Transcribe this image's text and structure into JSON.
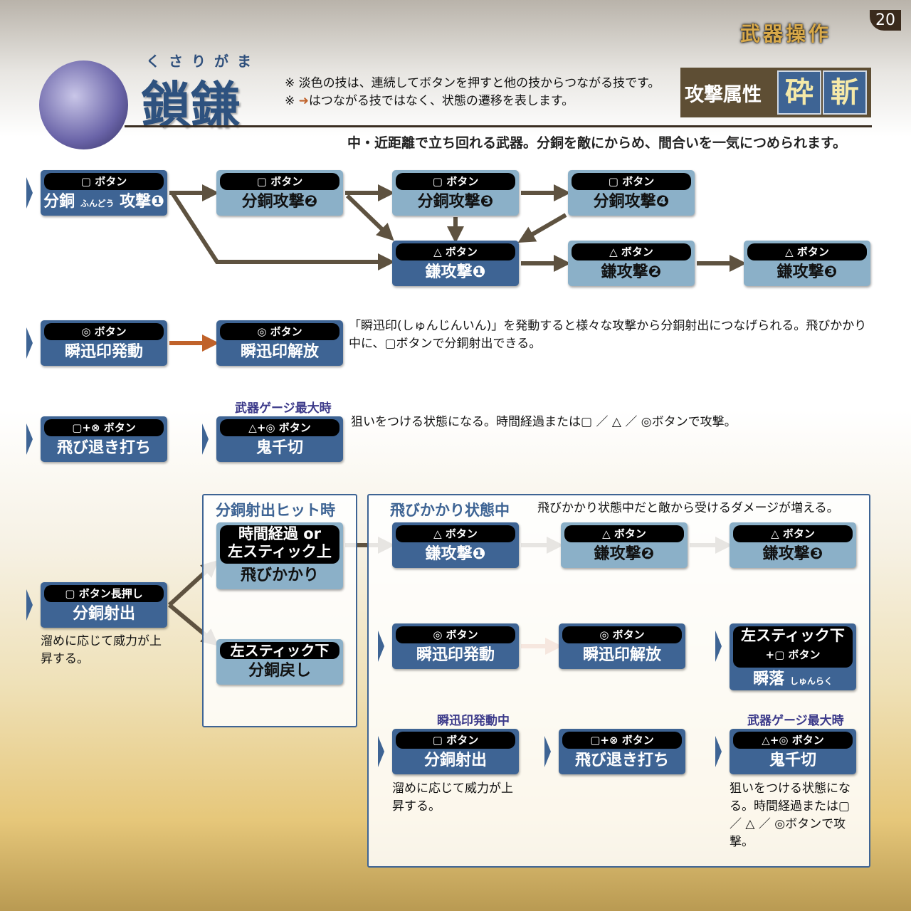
{
  "header": {
    "page_number": "20",
    "section": "武器操作",
    "ruby": "くさりがま",
    "weapon": "鎖鎌",
    "note1": "※ 淡色の技は、連続してボタンを押すと他の技からつながる技です。",
    "note2_prefix": "※",
    "note2": "はつながる技ではなく、状態の遷移を表します。",
    "attr_label": "攻撃属性",
    "attr1": "砕",
    "attr2": "斬",
    "tagline": "中・近距離で立ち回れる武器。分銅を敵にからめ、間合いを一気につめられます。"
  },
  "moves": {
    "a": {
      "btn": "▢ ボタン",
      "name": "分銅",
      "ruby": "ふんどう",
      "name2": "攻撃❶"
    },
    "b": {
      "btn": "▢ ボタン",
      "name": "分銅攻撃❷"
    },
    "c": {
      "btn": "▢ ボタン",
      "name": "分銅攻撃❸"
    },
    "d": {
      "btn": "▢ ボタン",
      "name": "分銅攻撃❹"
    },
    "e": {
      "btn": "△ ボタン",
      "name": "鎌攻撃❶"
    },
    "f": {
      "btn": "△ ボタン",
      "name": "鎌攻撃❷"
    },
    "g": {
      "btn": "△ ボタン",
      "name": "鎌攻撃❸"
    },
    "h": {
      "btn": "◎ ボタン",
      "name": "瞬迅印発動"
    },
    "i": {
      "btn": "◎ ボタン",
      "name": "瞬迅印解放"
    },
    "j": {
      "btn": "▢+⊗ ボタン",
      "name": "飛び退き打ち"
    },
    "k": {
      "btn": "△+◎ ボタン",
      "name": "鬼千切"
    },
    "n": {
      "btn": "▢ ボタン長押し",
      "name": "分銅射出"
    },
    "l": {
      "btn1": "時間経過 or",
      "btn2": "左スティック上",
      "name": "飛びかかり"
    },
    "m": {
      "btn": "左スティック下",
      "name": "分銅戻し"
    },
    "o": {
      "btn": "△ ボタン",
      "name": "鎌攻撃❶"
    },
    "p": {
      "btn": "△ ボタン",
      "name": "鎌攻撃❷"
    },
    "q": {
      "btn": "△ ボタン",
      "name": "鎌攻撃❸"
    },
    "r": {
      "btn": "◎ ボタン",
      "name": "瞬迅印発動"
    },
    "s": {
      "btn": "◎ ボタン",
      "name": "瞬迅印解放"
    },
    "t": {
      "btn1": "左スティック下",
      "btn2": "+▢ ボタン",
      "name": "瞬落",
      "ruby": "しゅんらく"
    },
    "u": {
      "btn": "▢ ボタン",
      "name": "分銅射出"
    },
    "v": {
      "btn": "▢+⊗ ボタン",
      "name": "飛び退き打ち"
    },
    "w": {
      "btn": "△+◎ ボタン",
      "name": "鬼千切"
    }
  },
  "texts": {
    "shunjin": "「瞬迅印(しゅんじんいん)」を発動すると様々な攻撃から分銅射出につなげられる。飛びかかり中に、▢ボタンで分銅射出できる。",
    "gauge_label": "武器ゲージ最大時",
    "onikiri": "狙いをつける状態になる。時間経過または▢ ／ △ ／ ◎ボタンで攻撃。",
    "charge": "溜めに応じて威力が上昇する。",
    "hit_title": "分銅射出ヒット時",
    "pounce_title": "飛びかかり状態中",
    "pounce_desc": "飛びかかり状態中だと敵から受けるダメージが増える。",
    "shunjin_active": "瞬迅印発動中",
    "gauge_label2": "武器ゲージ最大時",
    "charge2": "溜めに応じて威力が上昇する。",
    "onikiri2": "狙いをつける状態になる。時間経過または▢ ／ △ ／ ◎ボタンで攻撃。"
  },
  "colors": {
    "dark": "#3e6494",
    "light": "#8bb0c8",
    "arrow": "#5e5240",
    "state_arrow": "#c0622a"
  }
}
